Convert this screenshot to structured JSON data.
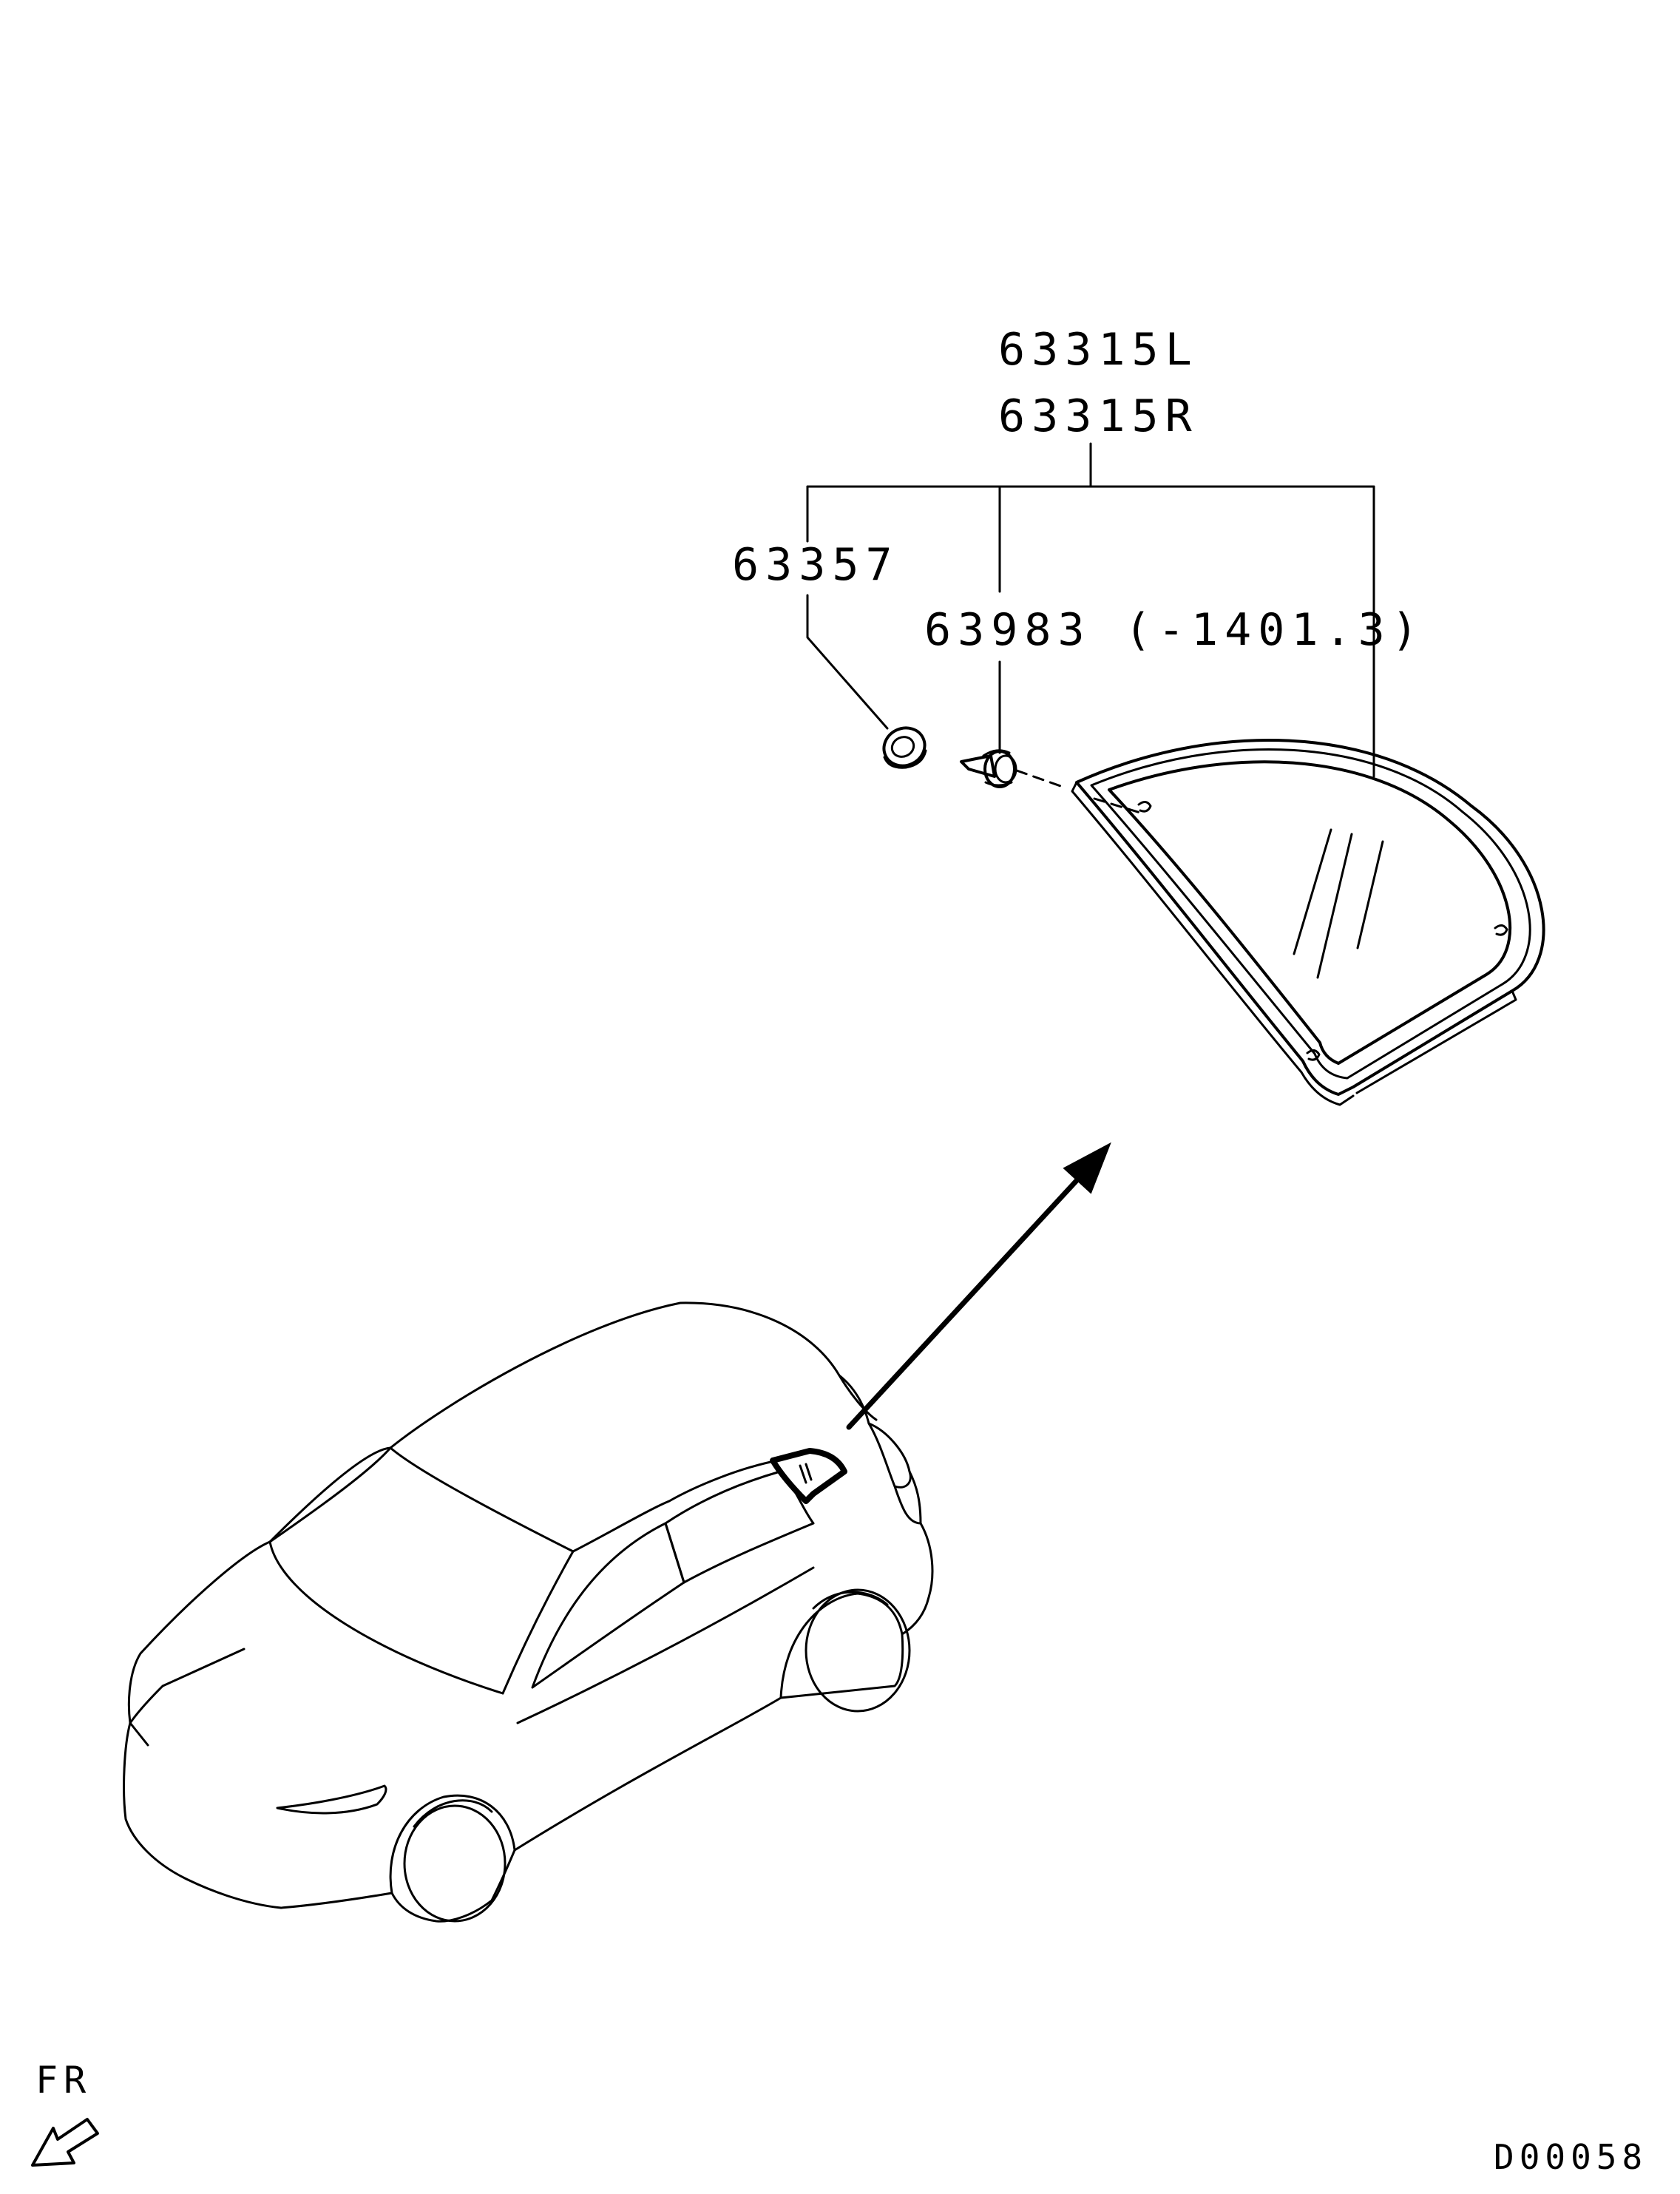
{
  "callouts": {
    "glass_left": "63315L",
    "glass_right": "63315R",
    "clip": "63357",
    "fastener": "63983 (-1401.3)"
  },
  "direction_label": "FR",
  "drawing_id": "D00058",
  "icons": {
    "front_arrow": "arrow-down-left-icon",
    "detail_arrow": "arrow-up-right-icon"
  }
}
